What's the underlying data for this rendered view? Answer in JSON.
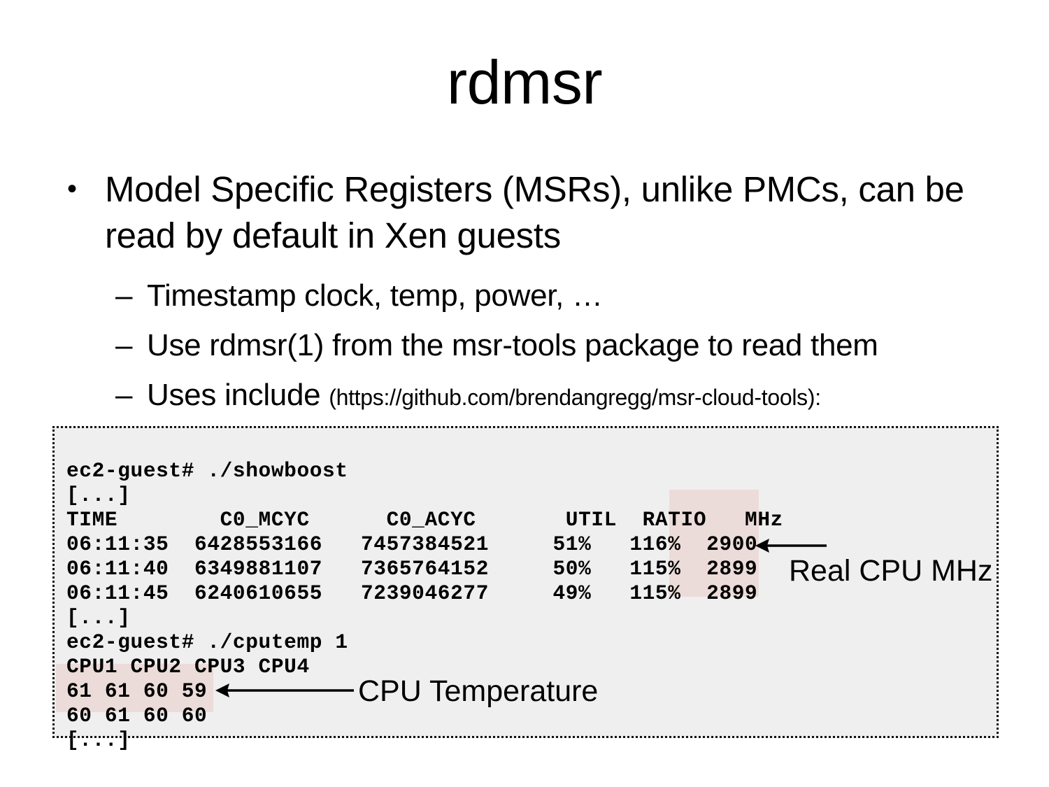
{
  "slide": {
    "title": "rdmsr",
    "bullets": [
      {
        "marker": "•",
        "text": "Model Specific Registers (MSRs), unlike PMCs, can be read by default in Xen guests"
      }
    ],
    "sub_bullets": [
      {
        "marker": "–",
        "text": "Timestamp clock, temp, power, …"
      },
      {
        "marker": "–",
        "text": "Use rdmsr(1) from the msr-tools package to read them"
      },
      {
        "marker": "–",
        "text": "Uses include ",
        "url": "(https://github.com/brendangregg/msr-cloud-tools):"
      }
    ]
  },
  "terminal": {
    "text": "ec2-guest# ./showboost\n[...]\nTIME        C0_MCYC      C0_ACYC       UTIL  RATIO   MHz\n06:11:35  6428553166   7457384521     51%   116%  2900\n06:11:40  6349881107   7365764152     50%   115%  2899\n06:11:45  6240610655   7239046277     49%   115%  2899\n[...]\nec2-guest# ./cputemp 1\nCPU1 CPU2 CPU3 CPU4\n61 61 60 59\n60 61 60 60\n[...]",
    "lines": [
      "ec2-guest# ./showboost",
      "[...]",
      "TIME        C0_MCYC      C0_ACYC       UTIL  RATIO   MHz",
      "06:11:35  6428553166   7457384521     51%   116%  2900",
      "06:11:40  6349881107   7365764152     50%   115%  2899",
      "06:11:45  6240610655   7239046277     49%   115%  2899",
      "[...]",
      "ec2-guest# ./cputemp 1",
      "CPU1 CPU2 CPU3 CPU4",
      "61 61 60 59",
      "60 61 60 60",
      "[...]"
    ],
    "showboost_table": {
      "headers": [
        "TIME",
        "C0_MCYC",
        "C0_ACYC",
        "UTIL",
        "RATIO",
        "MHz"
      ],
      "rows": [
        [
          "06:11:35",
          "6428553166",
          "7457384521",
          "51%",
          "116%",
          "2900"
        ],
        [
          "06:11:40",
          "6349881107",
          "7365764152",
          "50%",
          "115%",
          "2899"
        ],
        [
          "06:11:45",
          "6240610655",
          "7239046277",
          "49%",
          "115%",
          "2899"
        ]
      ]
    },
    "cputemp_table": {
      "headers": [
        "CPU1",
        "CPU2",
        "CPU3",
        "CPU4"
      ],
      "rows": [
        [
          "61",
          "61",
          "60",
          "59"
        ],
        [
          "60",
          "61",
          "60",
          "60"
        ]
      ]
    },
    "commands": [
      "ec2-guest# ./showboost",
      "ec2-guest# ./cputemp 1"
    ],
    "elision": "[...]"
  },
  "annotations": [
    {
      "label": "Real CPU MHz",
      "arrow": "left-arrow-icon",
      "target": "mhz-column"
    },
    {
      "label": "CPU Temperature",
      "arrow": "left-arrow-icon",
      "target": "temperature-rows"
    }
  ],
  "colors": {
    "code_background": "#efefef",
    "code_border": "#111111",
    "highlight": "#ecdcd9",
    "text": "#000000",
    "slide_background": "#ffffff"
  }
}
